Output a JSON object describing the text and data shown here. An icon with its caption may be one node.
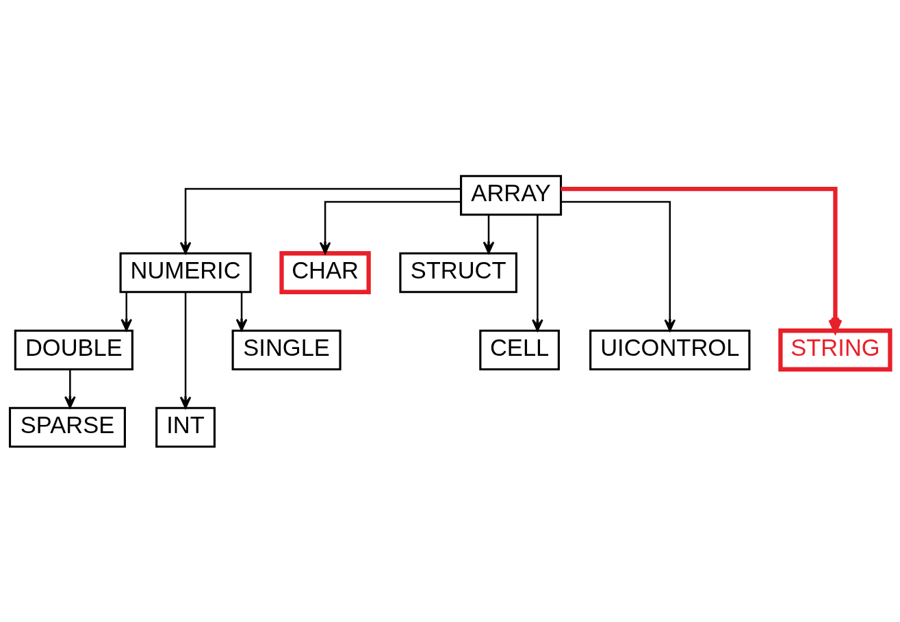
{
  "diagram": {
    "nodes": [
      {
        "text": [
          "ARRAY"
        ]
      },
      {
        "text": [
          "NUMERIC"
        ]
      },
      {
        "text": [
          "CHAR"
        ]
      },
      {
        "text": [
          "STRUCT"
        ]
      },
      {
        "text": [
          "DOUBLE"
        ]
      },
      {
        "text": [
          "INT"
        ]
      },
      {
        "text": [
          "SINGLE"
        ]
      },
      {
        "text": [
          "CELL"
        ]
      },
      {
        "text": [
          "UICONTROL"
        ]
      },
      {
        "text": [
          "SPARSE"
        ]
      },
      {
        "text": [
          "STRING"
        ]
      }
    ],
    "edges": [
      {
        "from": 0,
        "to": 1,
        "arrow": "to"
      },
      {
        "from": 0,
        "to": 2,
        "arrow": "to"
      },
      {
        "from": 0,
        "to": 7,
        "arrow": "to"
      },
      {
        "from": 0,
        "to": 3,
        "arrow": "to"
      },
      {
        "from": 0,
        "to": 8,
        "arrow": "to"
      },
      {
        "from": 0,
        "to": 10,
        "arrow": "to",
        "style": "thick",
        "color": "#e8202a"
      },
      {
        "from": 1,
        "to": 4,
        "arrow": "to"
      },
      {
        "from": 1,
        "to": 5,
        "arrow": "to"
      },
      {
        "from": 1,
        "to": 6,
        "arrow": "to"
      },
      {
        "from": 4,
        "to": 9,
        "arrow": "to"
      }
    ]
  }
}
